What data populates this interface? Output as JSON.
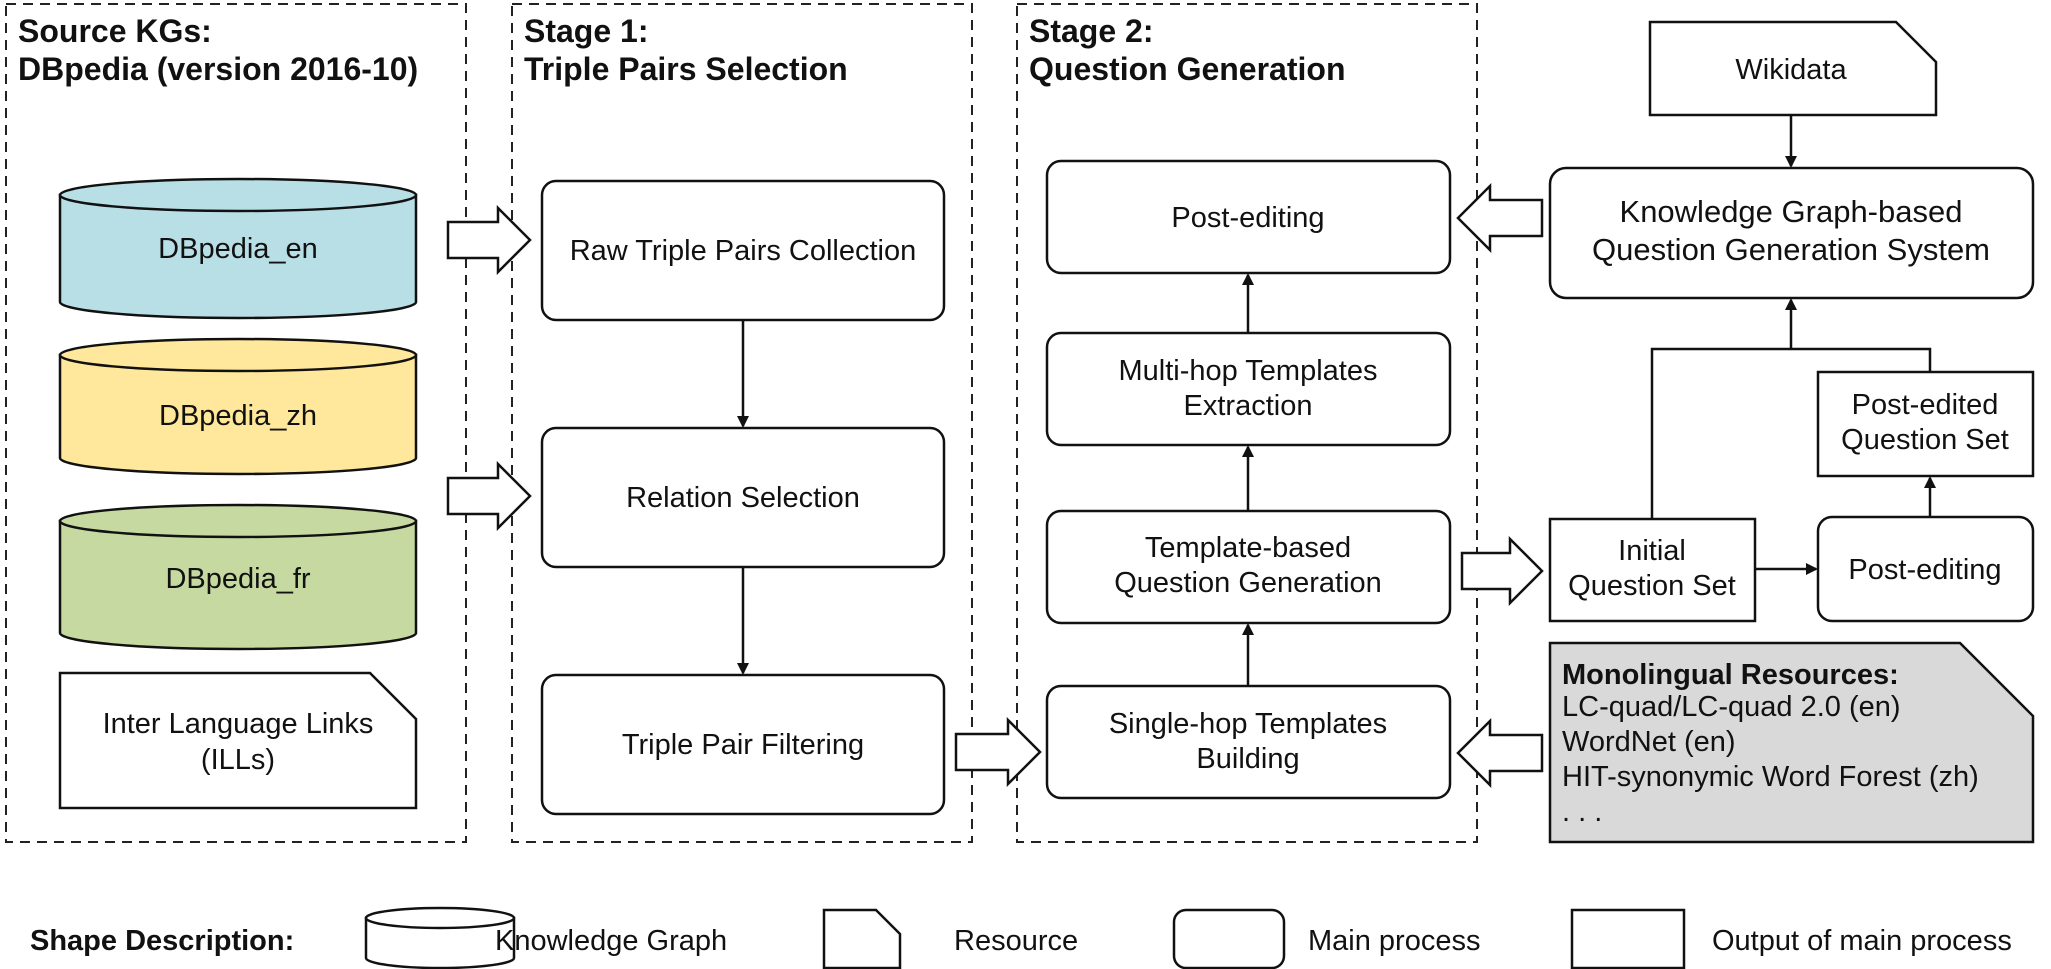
{
  "panels": {
    "source": {
      "line1": "Source KGs:",
      "line2": "DBpedia (version 2016-10)"
    },
    "stage1": {
      "line1": "Stage 1:",
      "line2": "Triple Pairs Selection"
    },
    "stage2": {
      "line1": "Stage 2:",
      "line2": "Question Generation"
    }
  },
  "knowledge_graphs": {
    "en": {
      "label": "DBpedia_en",
      "color": "#b9dfe6"
    },
    "zh": {
      "label": "DBpedia_zh",
      "color": "#ffe79b"
    },
    "fr": {
      "label": "DBpedia_fr",
      "color": "#c6d9a0"
    }
  },
  "ills": {
    "line1": "Inter Language Links",
    "line2": "(ILLs)"
  },
  "stage1_steps": {
    "raw": "Raw Triple Pairs Collection",
    "relation": "Relation Selection",
    "filtering": "Triple Pair Filtering"
  },
  "stage2_steps": {
    "post_editing": "Post-editing",
    "multihop": {
      "line1": "Multi-hop Templates",
      "line2": "Extraction"
    },
    "template_qg": {
      "line1": "Template-based",
      "line2": "Question Generation"
    },
    "singlehop": {
      "line1": "Single-hop Templates",
      "line2": "Building"
    }
  },
  "right": {
    "wikidata": "Wikidata",
    "kgqg": {
      "line1": "Knowledge Graph-based",
      "line2": "Question Generation System"
    },
    "post_edited": {
      "line1": "Post-edited",
      "line2": "Question Set"
    },
    "initial": {
      "line1": "Initial",
      "line2": "Question Set"
    },
    "post_editing": "Post-editing",
    "mono": {
      "title": "Monolingual Resources:",
      "items": [
        "LC-quad/LC-quad 2.0 (en)",
        "WordNet (en)",
        "HIT-synonymic Word Forest (zh)",
        ". . ."
      ],
      "fill": "#d9d9d9"
    }
  },
  "legend": {
    "title": "Shape Description:",
    "kg": "Knowledge Graph",
    "resource": "Resource",
    "main_process": "Main process",
    "output": "Output of main process"
  }
}
